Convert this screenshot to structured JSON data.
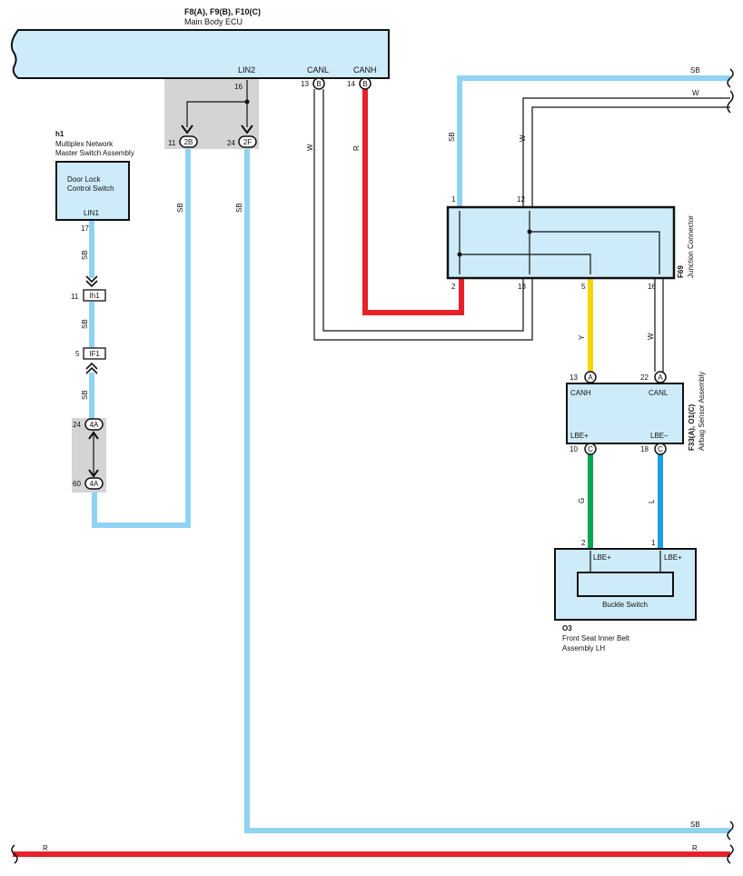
{
  "ecu": {
    "code": "F8(A), F9(B), F10(C)",
    "name": "Main Body ECU",
    "lin2_label": "LIN2",
    "canl_label": "CANL",
    "canh_label": "CANH",
    "pin_16": "16",
    "pin_13": "13",
    "pin_14": "14",
    "conn_b1": "B",
    "conn_b2": "B"
  },
  "master_switch": {
    "code": "h1",
    "name_line1": "Multiplex Network",
    "name_line2": "Master Switch Assembly",
    "box_line1": "Door Lock",
    "box_line2": "Control Switch",
    "lin_label": "LIN1",
    "pin": "17"
  },
  "inline_connectors": {
    "ih1_pin": "11",
    "ih1_label": "Ih1",
    "if1_pin": "5",
    "if1_label": "IF1",
    "a4_top_pin": "24",
    "a4_top_label": "4A",
    "a4_bot_pin": "60",
    "a4_bot_label": "4A",
    "b2_pin": "11",
    "b2_label": "2B",
    "f2_pin": "24",
    "f2_label": "2F"
  },
  "junction": {
    "code": "F69",
    "name": "Junction Connector",
    "pin_1": "1",
    "pin_12": "12",
    "pin_2": "2",
    "pin_13": "13",
    "pin_5": "5",
    "pin_16": "16"
  },
  "airbag": {
    "code": "F33(A), O1(C)",
    "name": "Airbag Sensor Assembly",
    "canh": "CANH",
    "canl": "CANL",
    "lbe_plus": "LBE+",
    "lbe_minus": "LBE–",
    "pin_13": "13",
    "pin_22": "22",
    "pin_10": "10",
    "pin_18": "18",
    "conn_a1": "A",
    "conn_a2": "A",
    "conn_c1": "C",
    "conn_c2": "C"
  },
  "buckle": {
    "code": "O3",
    "name_line1": "Front Seat Inner Belt",
    "name_line2": "Assembly LH",
    "lbe_left": "LBE+",
    "lbe_right": "LBE+",
    "switch": "Buckle Switch",
    "pin_2": "2",
    "pin_1": "1"
  },
  "wire_labels": {
    "sb_top_right": "SB",
    "w_top_right": "W",
    "sb_vertical_junction": "SB",
    "w_vertical_junction": "W",
    "w_canl": "W",
    "r_canh": "R",
    "sb_2b": "SB",
    "sb_2f": "SB",
    "sb_lin1_a": "SB",
    "sb_lin1_b": "SB",
    "sb_lin1_c": "SB",
    "y_wire": "Y",
    "w_wire": "W",
    "g_wire": "G",
    "l_wire": "L",
    "sb_bottom": "SB",
    "r_bottom_left": "R",
    "r_bottom_right": "R"
  },
  "colors": {
    "sb": "#8fd3f2",
    "red": "#e8202a",
    "yellow": "#f7d500",
    "green": "#00a650",
    "blue": "#19a0dd",
    "box_fill": "#cdebf8",
    "shade": "#d4d4d4"
  }
}
